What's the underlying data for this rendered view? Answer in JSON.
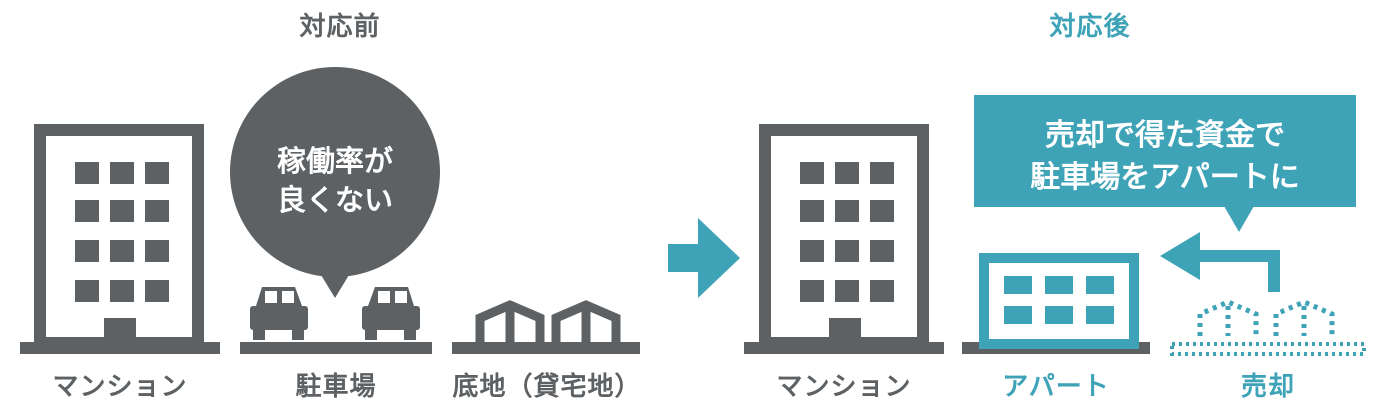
{
  "before": {
    "heading": "対応前",
    "bubble_lines": [
      "稼働率が",
      "良くない"
    ],
    "labels": {
      "mansion": "マンション",
      "parking": "駐車場",
      "land": "底地（貸宅地）"
    }
  },
  "after": {
    "heading": "対応後",
    "callout_lines": [
      "売却で得た資金で",
      "駐車場をアパートに"
    ],
    "labels": {
      "mansion": "マンション",
      "apartment": "アパート",
      "sold": "売却"
    }
  },
  "colors": {
    "grey": "#5d6164",
    "teal": "#3fa3b8",
    "white": "#ffffff"
  }
}
